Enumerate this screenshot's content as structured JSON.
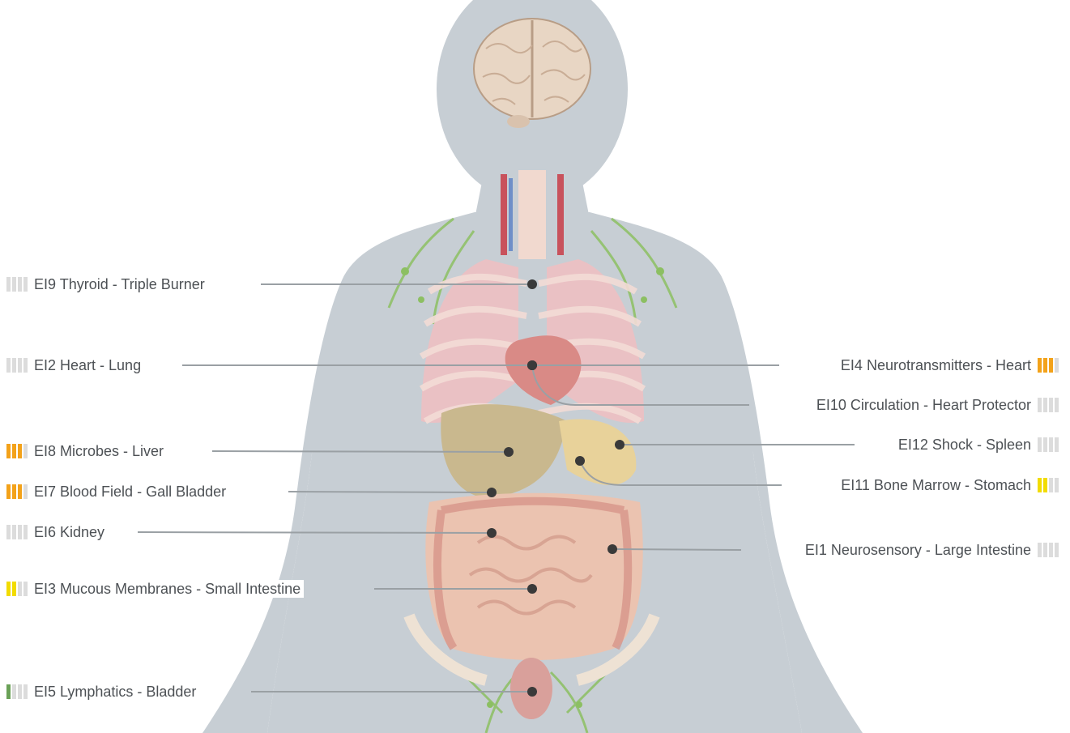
{
  "colors": {
    "silhouette": "#c7ced4",
    "leader_line": "#9aa0a4",
    "dot": "#3a3a3a",
    "bar_off": "#dcdcdc",
    "orange": "#f3a21a",
    "yellow": "#f2dc00",
    "green": "#6aa157"
  },
  "icons": {
    "organ_illustration": "anatomy-torso-illustration",
    "brain": "brain-icon"
  },
  "left_labels": [
    {
      "id": "ei9",
      "text": "EI9 Thyroid - Triple Burner",
      "level": 0,
      "color": "grey"
    },
    {
      "id": "ei2",
      "text": "EI2 Heart - Lung",
      "level": 0,
      "color": "grey"
    },
    {
      "id": "ei8",
      "text": "EI8 Microbes - Liver",
      "level": 3,
      "color": "orange"
    },
    {
      "id": "ei7",
      "text": "EI7 Blood Field - Gall Bladder",
      "level": 3,
      "color": "orange"
    },
    {
      "id": "ei6",
      "text": "EI6 Kidney",
      "level": 0,
      "color": "grey"
    },
    {
      "id": "ei3",
      "text": "EI3 Mucous Membranes - Small Intestine",
      "level": 2,
      "color": "yellow"
    },
    {
      "id": "ei5",
      "text": "EI5 Lymphatics - Bladder",
      "level": 1,
      "color": "green"
    }
  ],
  "right_labels": [
    {
      "id": "ei4",
      "text": "EI4 Neurotransmitters - Heart",
      "level": 3,
      "color": "orange"
    },
    {
      "id": "ei10",
      "text": "EI10 Circulation - Heart Protector",
      "level": 0,
      "color": "grey"
    },
    {
      "id": "ei12",
      "text": "EI12 Shock - Spleen",
      "level": 0,
      "color": "grey"
    },
    {
      "id": "ei11",
      "text": "EI11 Bone Marrow - Stomach",
      "level": 2,
      "color": "yellow"
    },
    {
      "id": "ei1",
      "text": "EI1 Neurosensory - Large Intestine",
      "level": 0,
      "color": "grey"
    }
  ]
}
